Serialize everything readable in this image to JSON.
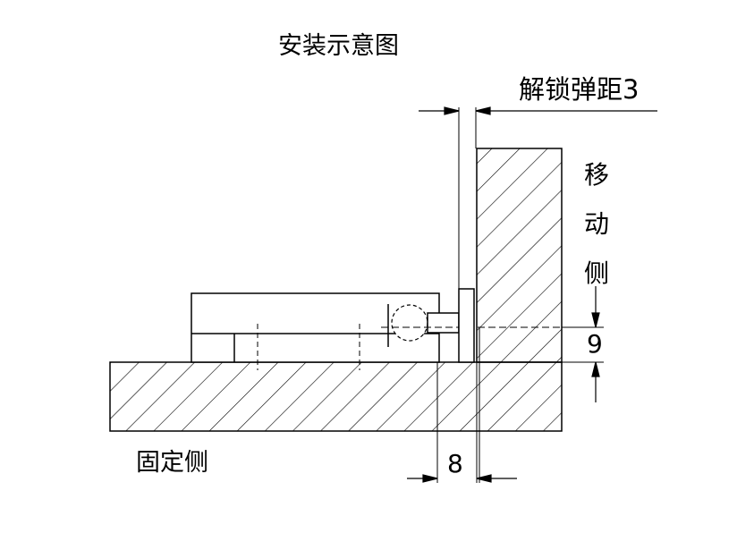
{
  "title": "安装示意图",
  "labels": {
    "unlock_travel": "解锁弹距3",
    "moving_side": "移动侧",
    "fixed_side": "固定侧"
  },
  "dimensions": {
    "vertical": "9",
    "horizontal": "8"
  },
  "colors": {
    "line": "#000000",
    "background": "#ffffff"
  }
}
